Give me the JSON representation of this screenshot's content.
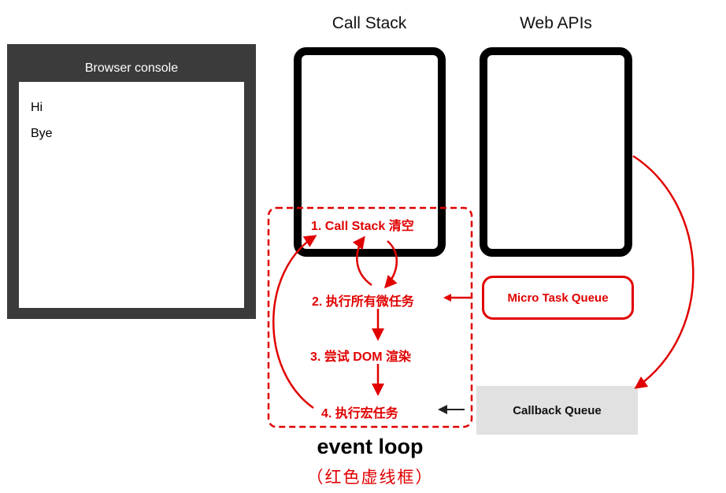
{
  "console": {
    "title": "Browser console",
    "lines": [
      "Hi",
      "Bye"
    ]
  },
  "call_stack": {
    "title": "Call Stack"
  },
  "web_apis": {
    "title": "Web APIs"
  },
  "micro_task_queue": {
    "label": "Micro Task Queue"
  },
  "callback_queue": {
    "label": "Callback Queue"
  },
  "event_loop": {
    "steps": [
      "1. Call Stack 清空",
      "2. 执行所有微任务",
      "3. 尝试 DOM 渲染",
      "4. 执行宏任务"
    ],
    "title": "event loop",
    "subtitle": "（红色虚线框）"
  },
  "colors": {
    "accent": "#e00000",
    "console_bg": "#3b3b3b",
    "queue_bg": "#e1e1e1",
    "panel_border": "#000000"
  }
}
